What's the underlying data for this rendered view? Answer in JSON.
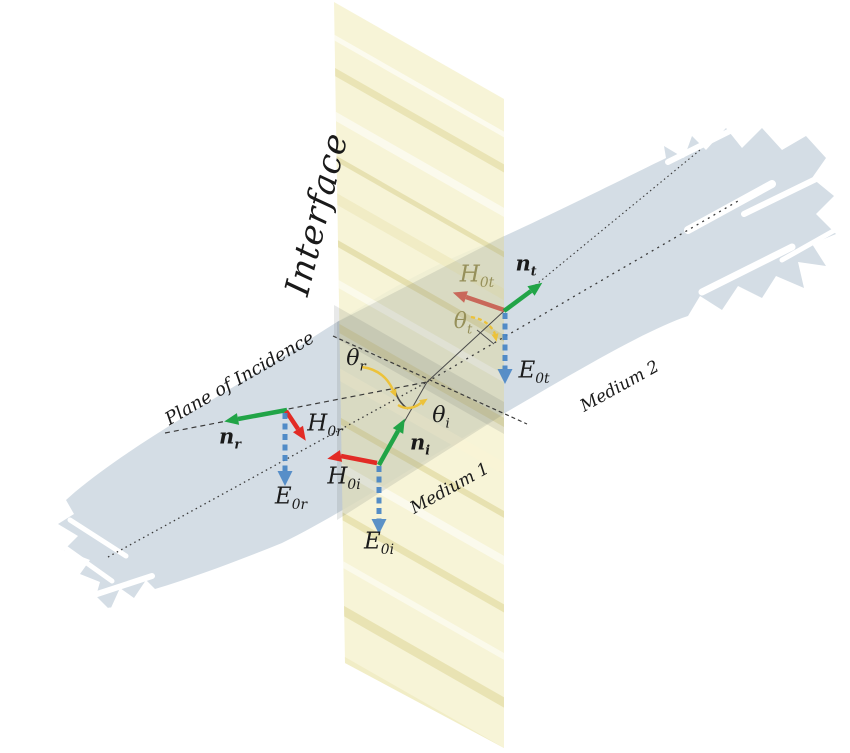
{
  "labels": {
    "interface": "Interface",
    "plane_of_incidence": "Plane of Incidence",
    "medium_1": "Medium 1",
    "medium_2": "Medium 2"
  },
  "vectors": {
    "n_i": {
      "base": "n",
      "sub": "i"
    },
    "n_r": {
      "base": "n",
      "sub": "r"
    },
    "n_t": {
      "base": "n",
      "sub": "t"
    },
    "H_0i": {
      "base": "H",
      "sub": "0i"
    },
    "H_0r": {
      "base": "H",
      "sub": "0r"
    },
    "H_0t": {
      "base": "H",
      "sub": "0t"
    },
    "E_0i": {
      "base": "E",
      "sub": "0i"
    },
    "E_0r": {
      "base": "E",
      "sub": "0r"
    },
    "E_0t": {
      "base": "E",
      "sub": "0t"
    }
  },
  "angles": {
    "theta_r": {
      "base": "θ",
      "sub": "r"
    },
    "theta_i": {
      "base": "θ",
      "sub": "i"
    },
    "theta_t": {
      "base": "θ",
      "sub": "t"
    }
  },
  "colors": {
    "propagation_arrow": "#21a447",
    "h_field_arrow": "#e22b25",
    "h_field_arrow_muted": "#c9685a",
    "e_field_arrow": "#4583c4",
    "angle_arc": "#ecc23a",
    "interface_plane": "#f6f2cf",
    "incidence_plane": "#d4dde5",
    "label_muted": "#96905a"
  }
}
